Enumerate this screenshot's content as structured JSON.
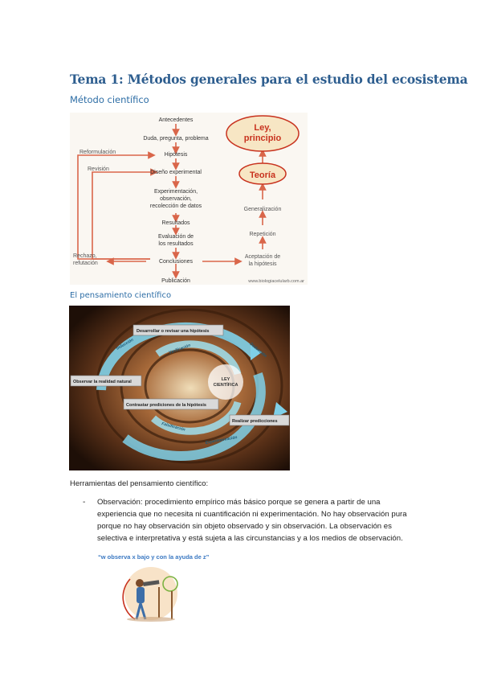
{
  "heading1": "Tema 1: Métodos generales para el estudio del ecosistema",
  "heading2": "Método científico",
  "diagram1": {
    "steps": [
      "Antecedentes",
      "Duda, pregunta, problema",
      "Hipótesis",
      "Diseño experimental",
      "Experimentación,",
      "observación,",
      "recolección de datos",
      "Resultados",
      "Evaluación de",
      "los resultados",
      "Conclusiones",
      "Publicación"
    ],
    "left_labels": [
      "Reformulación",
      "Revisión",
      "Rechazo,",
      "refutación"
    ],
    "right_labels": [
      "Ley,",
      "principio",
      "Teoría",
      "Generalización",
      "Repetición",
      "Aceptación de",
      "la hipótesis"
    ],
    "watermark": "www.biologiacelularb.com.ar",
    "colors": {
      "arrow": "#d9664a",
      "accent": "#c8321e",
      "ellipse_fill": "#f7e6c4"
    }
  },
  "heading3": "El pensamiento científico",
  "diagram2": {
    "boxes": [
      "Desarrollar o revisar una hipótesis",
      "Observar la realidad natural",
      "Contrastar prediciones de la hipótesis",
      "Realizar predicciones"
    ],
    "center": [
      "LEY",
      "CIENTÍFICA"
    ],
    "arc_labels": [
      "Inducción",
      "Deducción",
      "Verificación",
      "Experimentación",
      "Falsificación"
    ]
  },
  "tools_label": "Herramientas del pensamiento científico:",
  "bullet_dash": "-",
  "observation_text": "Observación: procedimiento empírico más básico porque se genera a partir de una experiencia que no necesita ni cuantificación ni experimentación. No hay observación pura porque no hay observación sin objeto observado y sin observación. La observación es selectiva e interpretativa y está sujeta a las circunstancias y a los medios de observación.",
  "caption_quote": "“w observa x bajo y con la ayuda de z”"
}
